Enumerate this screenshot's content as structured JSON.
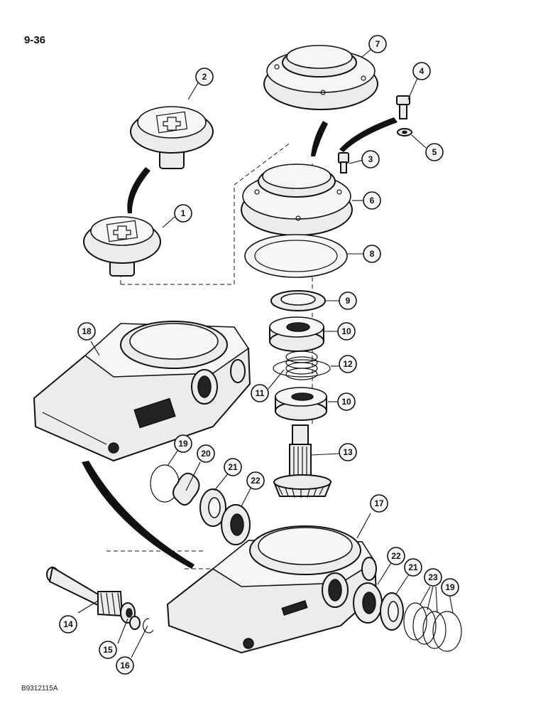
{
  "page_number": "9-36",
  "figure_code": "B9312115A",
  "callouts": [
    "1",
    "2",
    "3",
    "4",
    "5",
    "6",
    "7",
    "8",
    "9",
    "10",
    "10",
    "11",
    "12",
    "13",
    "14",
    "15",
    "16",
    "17",
    "18",
    "19",
    "19",
    "20",
    "21",
    "21",
    "22",
    "22",
    "23"
  ]
}
